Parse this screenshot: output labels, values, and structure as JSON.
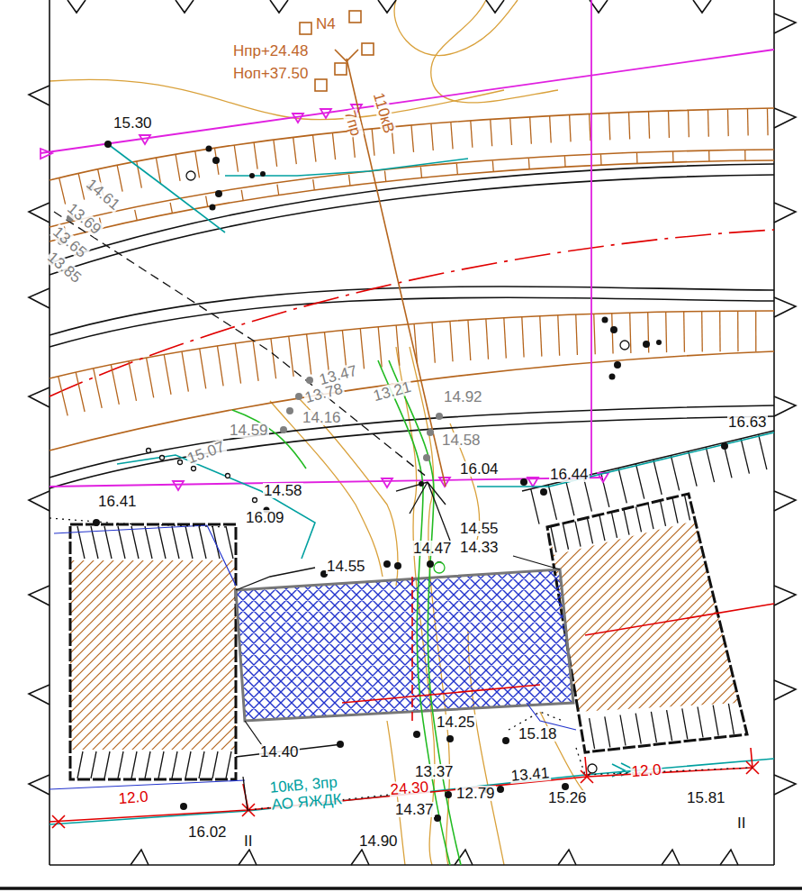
{
  "diagram": {
    "labels": [
      "Нпр+24.48",
      "Ноп+37.50",
      "N4",
      "110кВ",
      "7пр",
      "15.30",
      "14.61",
      "13.69",
      "13.65",
      "13.85",
      "13.47",
      "13.78",
      "13.21",
      "14.92",
      "14.16",
      "14.59",
      "14.58",
      "16.04",
      "16.44",
      "16.63",
      "15.07",
      "14.58",
      "16.41",
      "16.09",
      "14.55",
      "14.55",
      "14.47",
      "14.33",
      "14.40",
      "14.25",
      "15.18",
      "13.37",
      "13.41",
      "12.79",
      "14.37",
      "15.26",
      "15.81",
      "16.02",
      "14.90",
      "10кВ, 3пр",
      "АО ЯЖДК",
      "12.0",
      "24.30",
      "12.0",
      "II",
      "II"
    ]
  }
}
